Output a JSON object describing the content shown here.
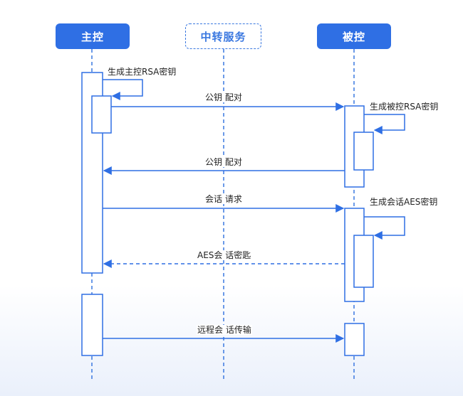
{
  "participants": {
    "controller": "主控",
    "relay": "中转服务",
    "controlled": "被控"
  },
  "messages": {
    "m1": "生成主控RSA密钥",
    "m2": "公钥 配对",
    "m3": "生成被控RSA密钥",
    "m4": "公钥 配对",
    "m5": "会话 请求",
    "m6": "生成会话AES密钥",
    "m7": "AES会 话密匙",
    "m8": "远程会 话传输"
  },
  "colors": {
    "accent": "#2f6fe4",
    "line": "#3a78e0"
  }
}
